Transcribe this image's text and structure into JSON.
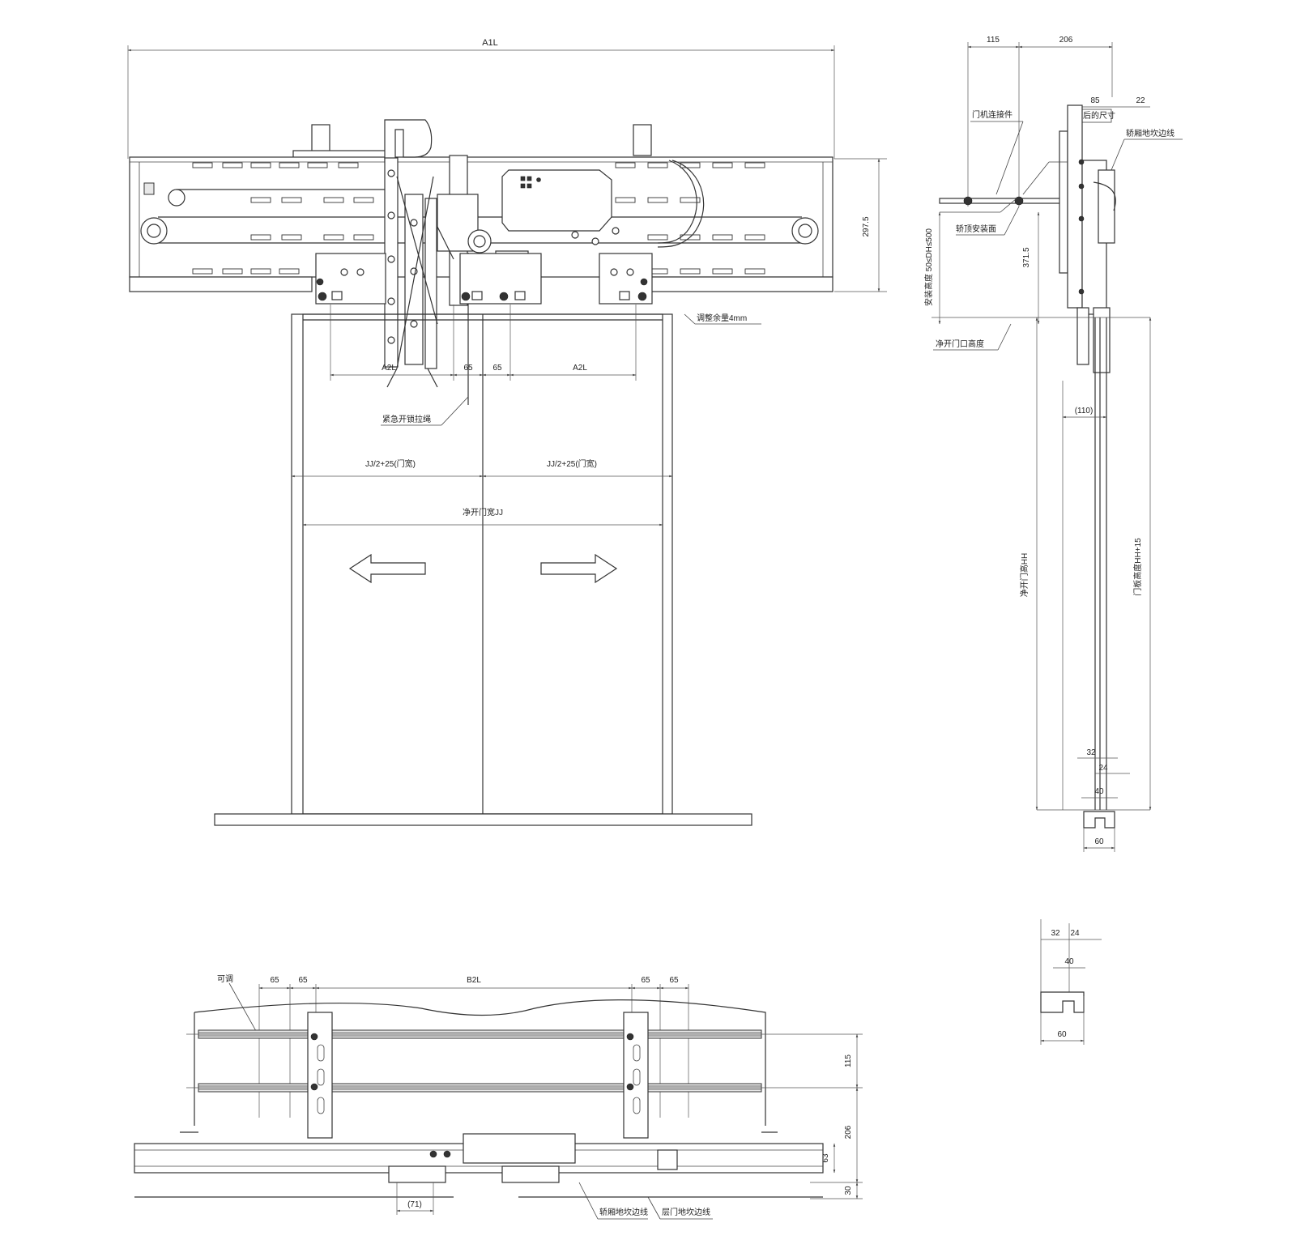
{
  "front_view": {
    "dim_a1l": "A1L",
    "dim_a2l_left": "A2L",
    "dim_a2l_right": "A2L",
    "dim_65_left": "65",
    "dim_65_right": "65",
    "dim_297": "297.5",
    "note_adjust": "调整余量4mm",
    "note_emergency": "紧急开锁拉绳",
    "dim_half_left": "JJ/2+25(门宽)",
    "dim_half_right": "JJ/2+25(门宽)",
    "dim_clear_width": "净开门宽JJ"
  },
  "side_view": {
    "dim_115": "115",
    "dim_206": "206",
    "dim_85": "85",
    "dim_22": "22",
    "note_size": "前后的尺寸",
    "note_connector": "门机连接件",
    "note_car_sill": "轿厢地坎边线",
    "note_mount_face": "轿顶安装面",
    "note_install_height": "安装高度 50≤DH≤500",
    "dim_371": "371.5",
    "note_clear_height_line": "净开门口高度",
    "dim_110": "(110)",
    "dim_clear_height": "净开门高HH",
    "dim_panel_height": "门板高度HH+15",
    "dim_32": "32",
    "dim_24": "24",
    "dim_40": "40",
    "dim_60": "60"
  },
  "sill_detail": {
    "dim_32": "32",
    "dim_24": "24",
    "dim_40": "40",
    "dim_60": "60"
  },
  "top_view": {
    "note_adjustable": "可调",
    "dim_65_a": "65",
    "dim_65_b": "65",
    "dim_b2l": "B2L",
    "dim_65_c": "65",
    "dim_65_d": "65",
    "dim_115": "115",
    "dim_206": "206",
    "dim_63": "63",
    "dim_30": "30",
    "dim_71": "(71)",
    "note_car_sill": "轿厢地坎边线",
    "note_landing_sill": "层门地坎边线"
  }
}
